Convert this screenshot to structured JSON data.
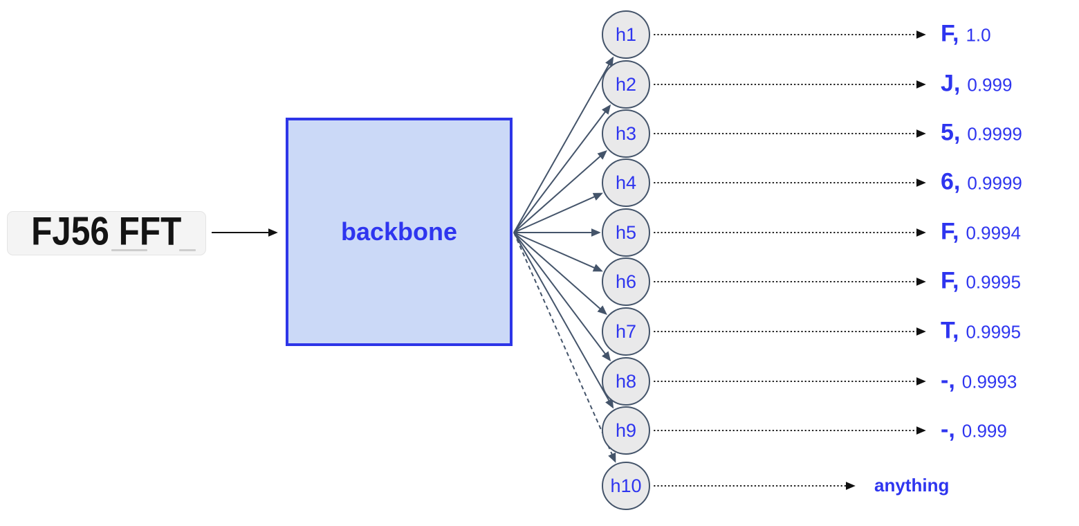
{
  "input_plate": {
    "text": "FJ56 FFT"
  },
  "backbone": {
    "label": "backbone"
  },
  "nodes": [
    {
      "label": "h1",
      "output": "F",
      "prob": "1.0",
      "dashed": false
    },
    {
      "label": "h2",
      "output": "J",
      "prob": "0.999",
      "dashed": false
    },
    {
      "label": "h3",
      "output": "5",
      "prob": "0.9999",
      "dashed": false
    },
    {
      "label": "h4",
      "output": "6",
      "prob": "0.9999",
      "dashed": false
    },
    {
      "label": "h5",
      "output": "F",
      "prob": "0.9994",
      "dashed": false
    },
    {
      "label": "h6",
      "output": "F",
      "prob": "0.9995",
      "dashed": false
    },
    {
      "label": "h7",
      "output": "T",
      "prob": "0.9995",
      "dashed": false
    },
    {
      "label": "h8",
      "output": "-",
      "prob": "0.9993",
      "dashed": false
    },
    {
      "label": "h9",
      "output": "-",
      "prob": "0.999",
      "dashed": false
    },
    {
      "label": "h10",
      "output": "anything",
      "prob": "",
      "dashed": true
    }
  ],
  "colors": {
    "accent_blue": "#2e35ef",
    "backbone_fill": "#cbd9f7",
    "backbone_border": "#2d35e8",
    "node_fill": "#e9e9ea",
    "node_border": "#44546a",
    "arrow_slate": "#44546a",
    "arrow_black": "#111111"
  }
}
